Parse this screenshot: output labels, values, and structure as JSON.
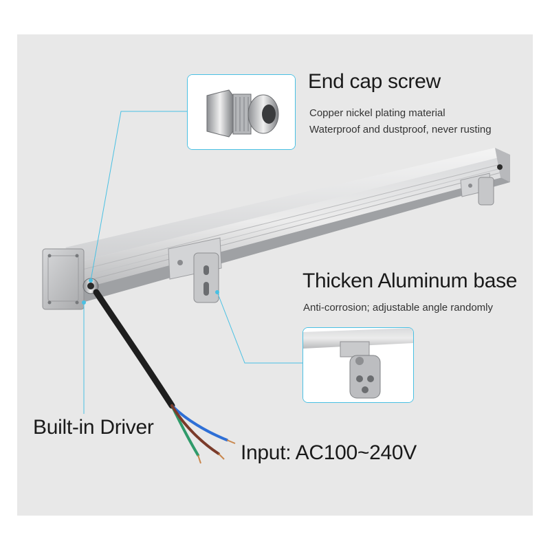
{
  "end_cap": {
    "title": "End cap screw",
    "line1": "Copper nickel plating material",
    "line2": "Waterproof and dustproof, never rusting"
  },
  "base": {
    "title": "Thicken Aluminum base",
    "line1": "Anti-corrosion; adjustable angle randomly"
  },
  "driver": {
    "title": "Built-in Driver"
  },
  "input": {
    "title": "Input: AC100~240V"
  },
  "colors": {
    "accent_line": "#48c0e3",
    "background": "#e8e8e8",
    "wire_blue": "#2e6fd6",
    "wire_green": "#2f9a6a",
    "wire_brown": "#7a3b2a"
  }
}
